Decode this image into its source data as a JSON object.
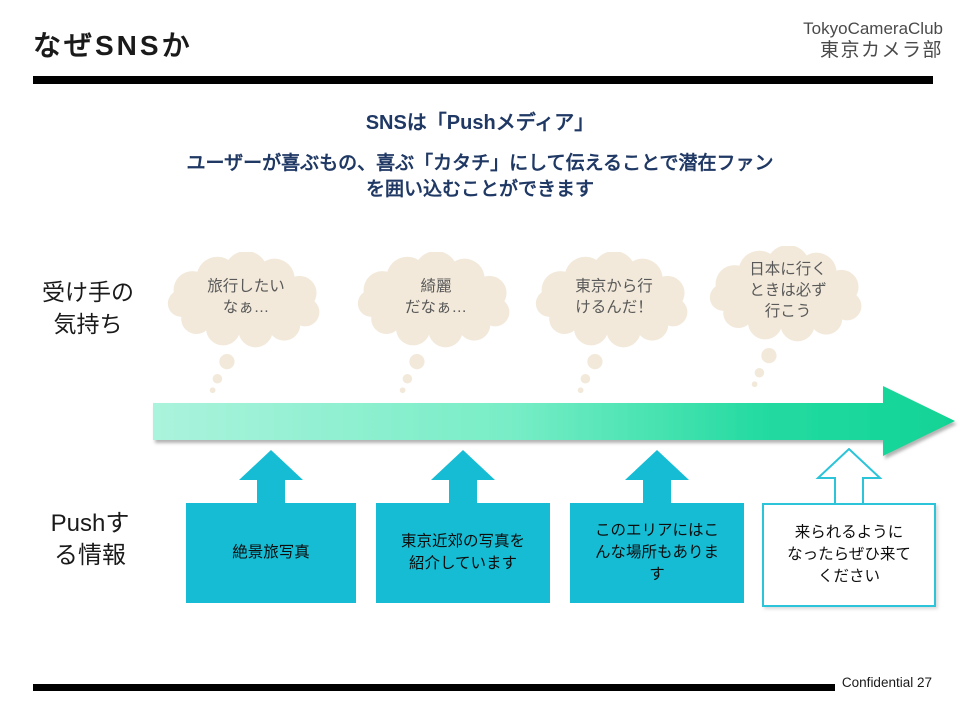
{
  "header": {
    "title": "なぜSNSか",
    "logo": {
      "line1": "TokyoCameraClub",
      "line2": "東京カメラ部"
    }
  },
  "intro": {
    "headline": "SNSは「Pushメディア」",
    "body_line1": "ユーザーが喜ぶもの、喜ぶ「カタチ」にして伝えることで潜在ファン",
    "body_line2": "を囲い込むことができます"
  },
  "receiver_row": {
    "label": "受け手の\n気持ち",
    "bubbles": [
      {
        "text": "旅行したい\nなぁ…"
      },
      {
        "text": "綺麗\nだなぁ…"
      },
      {
        "text": "東京から行\nけるんだ！"
      },
      {
        "text": "日本に行く\nときは必ず\n行こう"
      }
    ]
  },
  "push_row": {
    "label": "Pushす\nる情報",
    "boxes": [
      {
        "text": "絶景旅写真",
        "variant": "filled"
      },
      {
        "text": "東京近郊の写真を\n紹介しています",
        "variant": "filled"
      },
      {
        "text": "このエリアにはこ\nんな場所もありま\nす",
        "variant": "filled"
      },
      {
        "text": "来られるように\nなったらぜひ来て\nください",
        "variant": "outline"
      }
    ]
  },
  "footer": {
    "text": "Confidential 27"
  },
  "colors": {
    "accent_navy": "#1F3864",
    "box_cyan": "#15BCD4",
    "outline_cyan": "#2BC4D8",
    "arrow_gradient_start": "#ABF3DC",
    "arrow_gradient_end": "#10D395",
    "bubble_beige": "#F2E9DA",
    "bubble_text_gray": "#595959"
  }
}
